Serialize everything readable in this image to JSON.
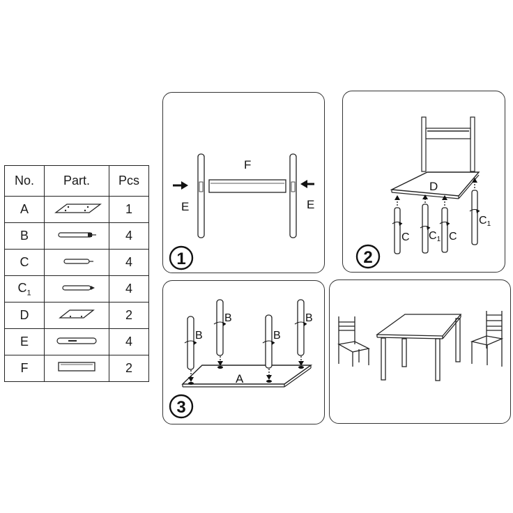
{
  "parts_table": {
    "headers": [
      "No.",
      "Part.",
      "Pcs"
    ],
    "rows": [
      {
        "no": "A",
        "part_icon": "tabletop-icon",
        "pcs": "1"
      },
      {
        "no": "B",
        "part_icon": "table-leg-icon",
        "pcs": "4"
      },
      {
        "no": "C",
        "part_icon": "chair-leg-icon",
        "pcs": "4"
      },
      {
        "no": "C1",
        "part_icon": "chair-back-leg-icon",
        "pcs": "4"
      },
      {
        "no": "D",
        "part_icon": "seat-board-icon",
        "pcs": "2"
      },
      {
        "no": "E",
        "part_icon": "backrest-post-icon",
        "pcs": "4"
      },
      {
        "no": "F",
        "part_icon": "backrest-panel-icon",
        "pcs": "2"
      }
    ]
  },
  "steps": [
    {
      "number": "1",
      "labels": {
        "posts": "E",
        "panel": "F"
      }
    },
    {
      "number": "2",
      "labels": {
        "seat": "D",
        "front_legs": "C",
        "back_legs": "C1"
      }
    },
    {
      "number": "3",
      "labels": {
        "top": "A",
        "legs": "B"
      }
    }
  ],
  "result_icon": "finished-table-and-chairs-icon"
}
